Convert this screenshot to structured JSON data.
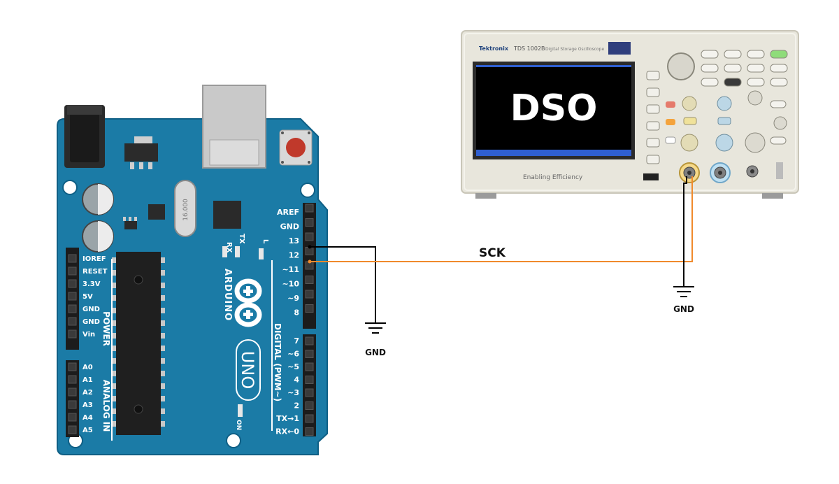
{
  "board": {
    "name": "ARDUINO",
    "model": "UNO",
    "crystal_label": "16.000",
    "on_label": "ON",
    "rx_label": "RX",
    "tx_label": "TX",
    "l_label": "L",
    "power_header": "POWER",
    "analog_header": "ANALOG IN",
    "digital_header": "DIGITAL (PWM~)",
    "power_pins": [
      "IOREF",
      "RESET",
      "3.3V",
      "5V",
      "GND",
      "GND",
      "Vin"
    ],
    "analog_pins": [
      "A0",
      "A1",
      "A2",
      "A3",
      "A4",
      "A5"
    ],
    "digital_top_pins": [
      "AREF",
      "GND",
      "13",
      "12",
      "~11",
      "~10",
      "~9",
      "8"
    ],
    "digital_bottom_pins": [
      "7",
      "~6",
      "~5",
      "4",
      "~3",
      "2",
      "TX→1",
      "RX←0"
    ]
  },
  "scope": {
    "brand": "Tektronix",
    "model": "TDS 1002B",
    "subtitle": "Digital Storage Oscilloscope",
    "screen_label": "DSO",
    "tagline": "Enabling Efficiency"
  },
  "wires": {
    "signal_label": "SCK",
    "signal_color": "#f08a2c",
    "ground_color": "#000000"
  },
  "grounds": {
    "arduino_gnd_label": "GND",
    "scope_gnd_label": "GND"
  },
  "colors": {
    "board_blue": "#1b7ba6",
    "board_dark": "#0f5f85",
    "header_black": "#1c1c1c",
    "scope_body": "#e8e6dc"
  }
}
